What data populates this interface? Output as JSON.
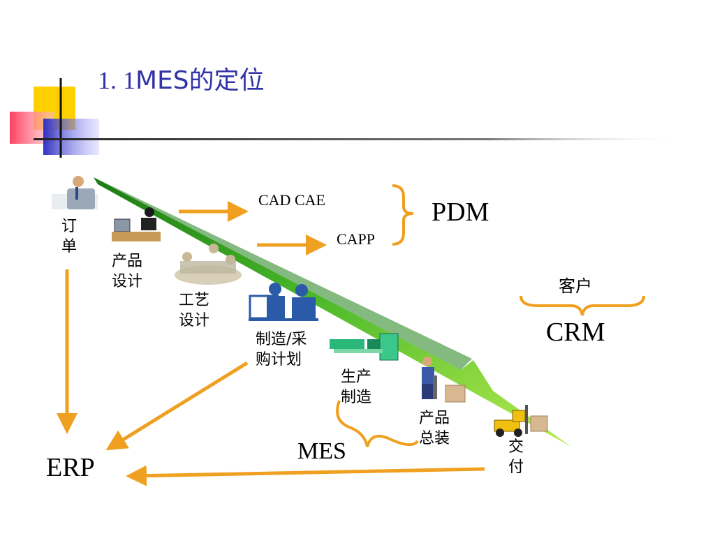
{
  "title": {
    "number": "1. 1",
    "text": "MES的定位"
  },
  "stages": [
    {
      "lines": [
        "订",
        "单"
      ]
    },
    {
      "lines": [
        "产品",
        "设计"
      ]
    },
    {
      "lines": [
        "工艺",
        "设计"
      ]
    },
    {
      "lines": [
        "制造/采",
        "购计划"
      ]
    },
    {
      "lines": [
        "生产",
        "制造"
      ]
    },
    {
      "lines": [
        "产品",
        "总装"
      ]
    },
    {
      "lines": [
        "交",
        "付"
      ]
    }
  ],
  "tools": {
    "cad_cae": "CAD CAE",
    "capp": "CAPP"
  },
  "systems": {
    "pdm": "PDM",
    "crm": "CRM",
    "crm_group": "客户",
    "mes": "MES",
    "erp": "ERP"
  },
  "colors": {
    "title": "#3333a8",
    "arrow": "#f0a020",
    "wedge_dark": "#2a8a1a",
    "wedge_light": "#a8e040"
  }
}
